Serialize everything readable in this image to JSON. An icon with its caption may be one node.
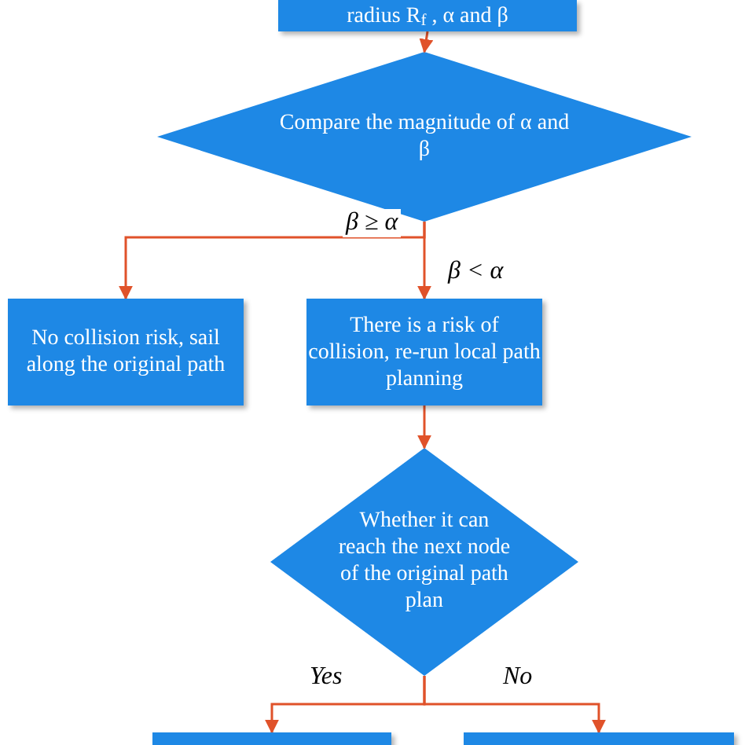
{
  "diagram": {
    "nodes": [
      {
        "text": [
          "radius R$_{f}$ , α and β"
        ]
      },
      {
        "text": [
          "Compare the magnitude of α and β"
        ]
      },
      {
        "text": [
          "No collision risk, sail along the original path"
        ]
      },
      {
        "text": [
          "There is a risk of collision, re-run local path planning"
        ]
      },
      {
        "text": [
          "Whether it can reach the next node of the original path plan"
        ]
      },
      {
        "text": [],
        "shape": "box"
      },
      {
        "text": [],
        "shape": "box"
      }
    ],
    "edges": [
      {
        "from": 0,
        "to": 1,
        "arrow": "to"
      },
      {
        "from": 1,
        "to": 2,
        "arrow": "to",
        "label": "β ≥ α"
      },
      {
        "from": 1,
        "to": 3,
        "arrow": "to",
        "label": "β < α"
      },
      {
        "from": 3,
        "to": 4,
        "arrow": "to"
      },
      {
        "from": 4,
        "to": 5,
        "arrow": "to",
        "label": "Yes"
      },
      {
        "from": 4,
        "to": 6,
        "arrow": "to",
        "label": "No"
      }
    ]
  }
}
